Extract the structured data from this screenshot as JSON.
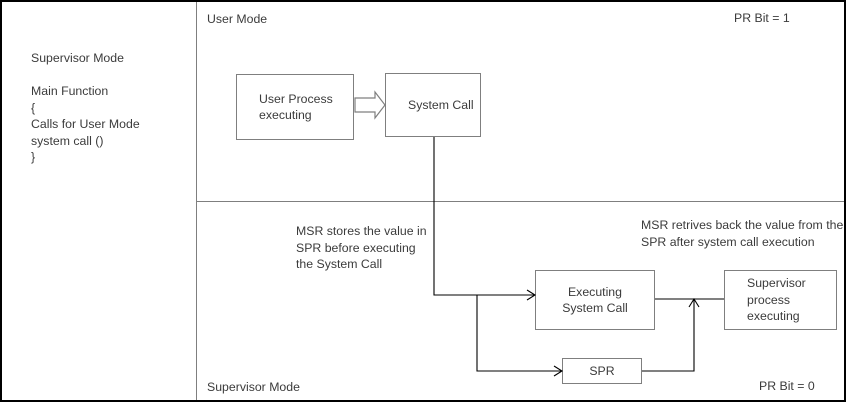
{
  "diagram": {
    "title_regions": {
      "user_mode_label": "User Mode",
      "supervisor_mode_label": "Supervisor Mode",
      "pr_bit_user": "PR Bit = 1",
      "pr_bit_supervisor": "PR Bit = 0"
    },
    "left_panel": {
      "code_block": "Supervisor Mode\n\nMain Function\n{\nCalls for User Mode\nsystem call ()\n}"
    },
    "annotations": {
      "msr_store": "MSR stores the value in SPR before executing the System Call",
      "msr_retrieve": "MSR retrives back the value from the SPR after system call execution"
    },
    "boxes": {
      "user_process": "User Process\nexecuting",
      "system_call": "System Call",
      "executing_system_call": "Executing\nSystem Call",
      "supervisor_process": "Supervisor\nprocess\nexecuting",
      "spr": "SPR"
    },
    "colors": {
      "border": "#000000",
      "divider": "#7f7f7f",
      "box_border": "#7f7f7f",
      "text": "#3b3b3b",
      "wire": "#000000"
    }
  }
}
